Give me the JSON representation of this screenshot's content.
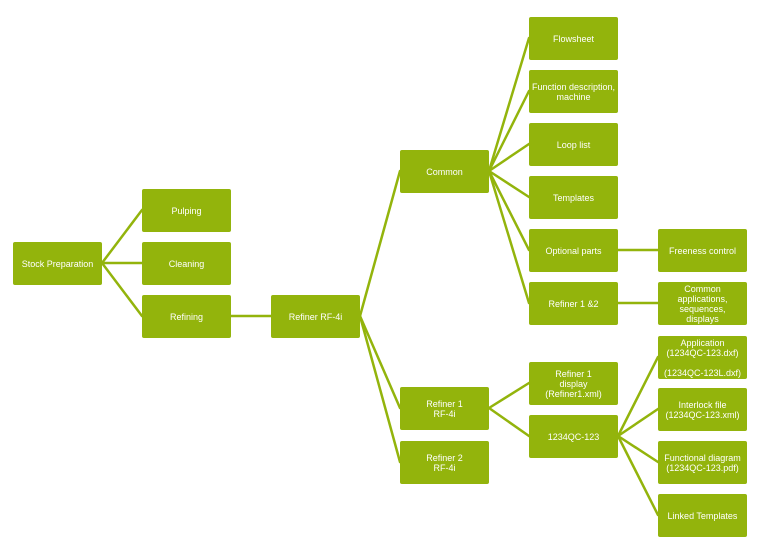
{
  "nodes": {
    "stock_preparation": "Stock Preparation",
    "pulping": "Pulping",
    "cleaning": "Cleaning",
    "refining": "Refining",
    "refiner_rf4i": "Refiner RF-4i",
    "common": "Common",
    "refiner1_rf4i": "Refiner 1\nRF-4i",
    "refiner2_rf4i": "Refiner 2\nRF-4i",
    "flowsheet": "Flowsheet",
    "function_description": "Function description,\nmachine",
    "loop_list": "Loop list",
    "templates": "Templates",
    "optional_parts": "Optional parts",
    "refiner_1_2": "Refiner 1 &2",
    "refiner1_display": "Refiner 1\ndisplay\n(Refiner1.xml)",
    "qc_1234": "1234QC-123",
    "freeness_control": "Freeness control",
    "common_applications": "Common\napplications,\nsequences,\ndisplays",
    "application": "Application\n(1234QC-123.dxf)\n\n(1234QC-123L.dxf)",
    "interlock_file": "Interlock file\n(1234QC-123.xml)",
    "functional_diagram": "Functional diagram\n(1234QC-123.pdf)",
    "linked_templates": "Linked Templates"
  },
  "colors": {
    "node_fill": "#93b40c",
    "connector": "#93b40c",
    "node_text": "#ffffff"
  }
}
